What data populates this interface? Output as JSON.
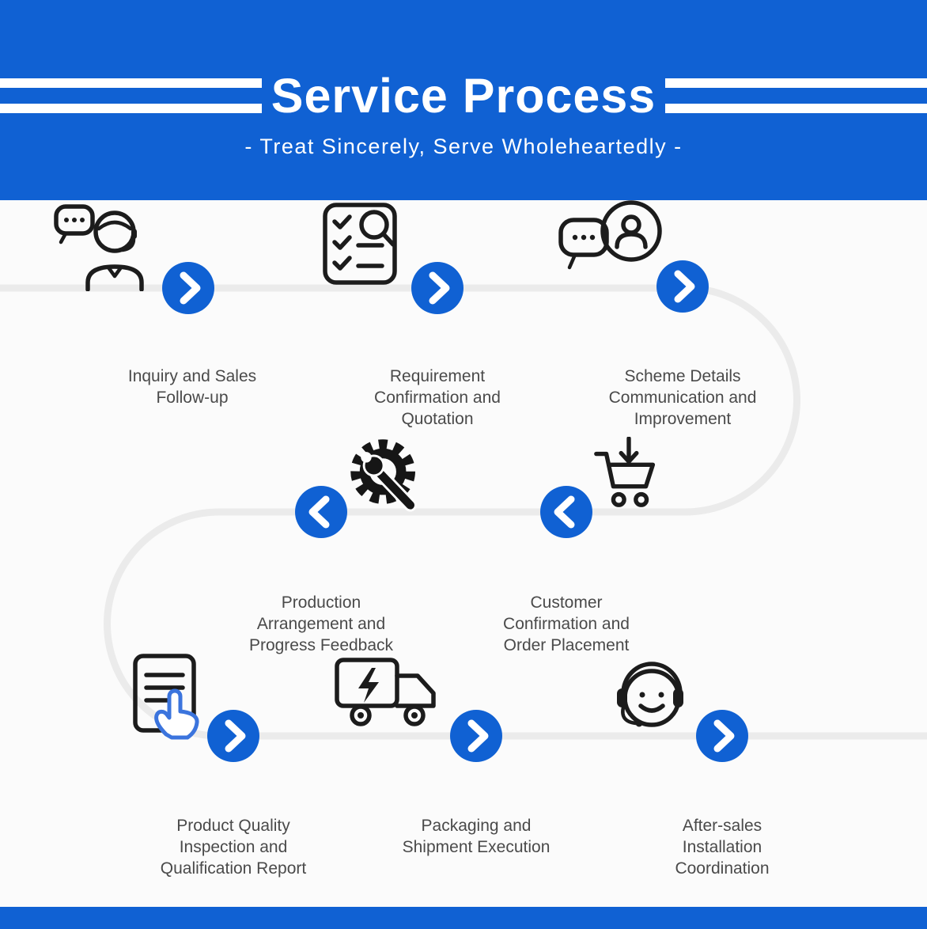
{
  "banner": {
    "title": "Service Process",
    "subtitle": "- Treat Sincerely, Serve Wholeheartedly -"
  },
  "colors": {
    "accent": "#1061d3",
    "flow_path": "#ebebeb",
    "label_text": "#4a4a4a",
    "hand_pointer": "#3b74dd"
  },
  "steps": [
    {
      "label": "Inquiry and Sales\nFollow-up",
      "icon": "support-agent-icon",
      "arrow": "right"
    },
    {
      "label": "Requirement\nConfirmation and\nQuotation",
      "icon": "checklist-magnifier-icon",
      "arrow": "right"
    },
    {
      "label": "Scheme Details\nCommunication and\nImprovement",
      "icon": "chat-discussion-icon",
      "arrow": "right"
    },
    {
      "label": "Customer\nConfirmation and\nOrder Placement",
      "icon": "shopping-cart-icon",
      "arrow": "left"
    },
    {
      "label": "Production\nArrangement and\nProgress Feedback",
      "icon": "gear-wrench-icon",
      "arrow": "left"
    },
    {
      "label": "Product Quality\nInspection and\nQualification Report",
      "icon": "document-click-icon",
      "arrow": "right"
    },
    {
      "label": "Packaging and\nShipment Execution",
      "icon": "delivery-truck-icon",
      "arrow": "right"
    },
    {
      "label": "After-sales\nInstallation\nCoordination",
      "icon": "headset-support-icon",
      "arrow": "right"
    }
  ]
}
